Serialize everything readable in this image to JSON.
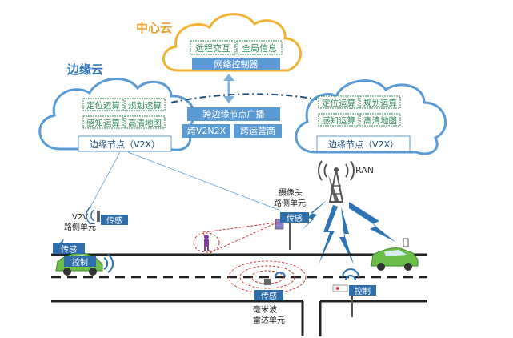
{
  "center_cloud": {
    "title": "中心云",
    "boxes": [
      "远程交互",
      "全局信息"
    ],
    "controller": "网络控制器"
  },
  "edge_cloud_label": "边缘云",
  "left_cloud": {
    "boxes": [
      "定位运算",
      "规划运算",
      "感知运算",
      "高清地图"
    ],
    "node": "边缘节点（V2X）"
  },
  "right_cloud": {
    "boxes": [
      "定位运算",
      "规划运算",
      "感知运算",
      "高清地图"
    ],
    "node": "边缘节点（V2X）"
  },
  "middle": {
    "broadcast": "跨边缘节点广播",
    "v2n2x": "跨V2N2X",
    "operator": "跨运营商"
  },
  "ran_label": "RAN",
  "labels": {
    "v2v_rsu": [
      "V2V",
      "路侧单元"
    ],
    "camera_rsu": [
      "摄像头",
      "路侧单元"
    ],
    "radar_rsu": [
      "毫米波",
      "雷达单元"
    ],
    "sense": "传感",
    "control": "控制"
  },
  "colors": {
    "cloud_blue": "#5b9bd5",
    "gold": "#f2b233",
    "title_orange": "#f0a030",
    "edge_title": "#2e74b5",
    "green_box": "#2e8b57",
    "tag_blue": "#2f6eaa",
    "car_green": "#6cbf4a",
    "red_dash": "#d63a3a"
  }
}
